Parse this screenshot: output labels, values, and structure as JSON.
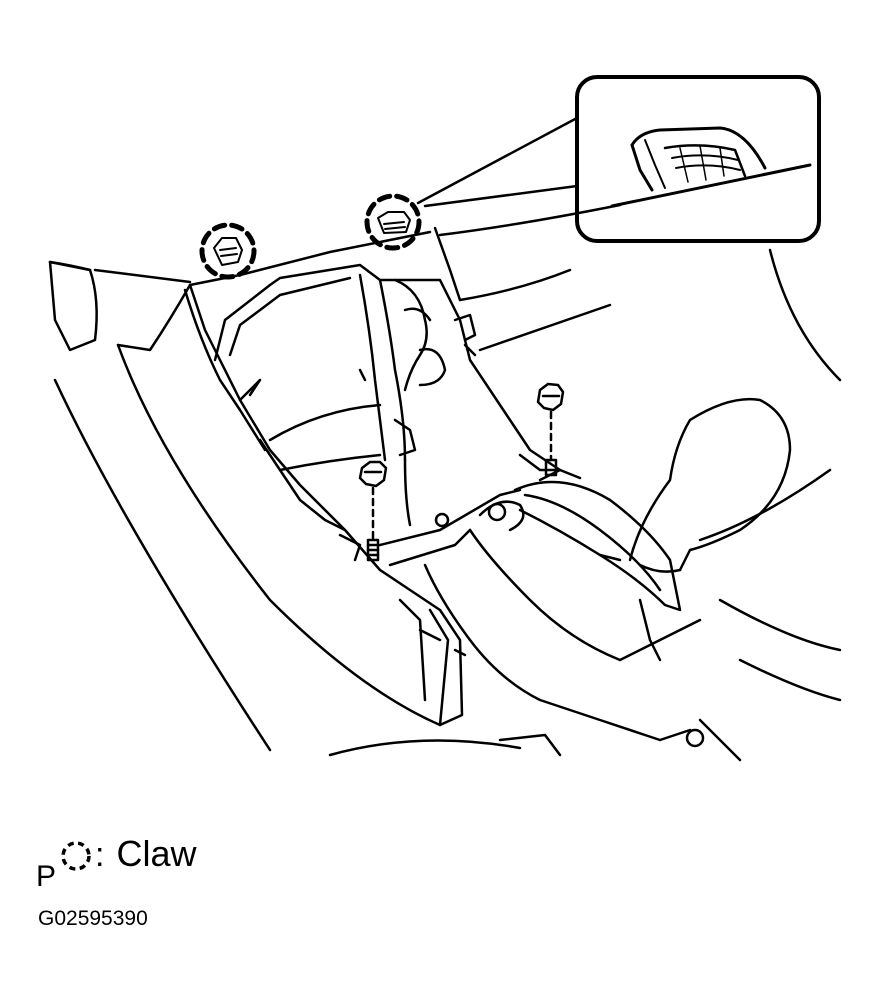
{
  "legend": {
    "prefix": "P",
    "symbol": "dashed-circle-icon",
    "separator": ":",
    "label": "Claw"
  },
  "figure_code": "G02595390"
}
